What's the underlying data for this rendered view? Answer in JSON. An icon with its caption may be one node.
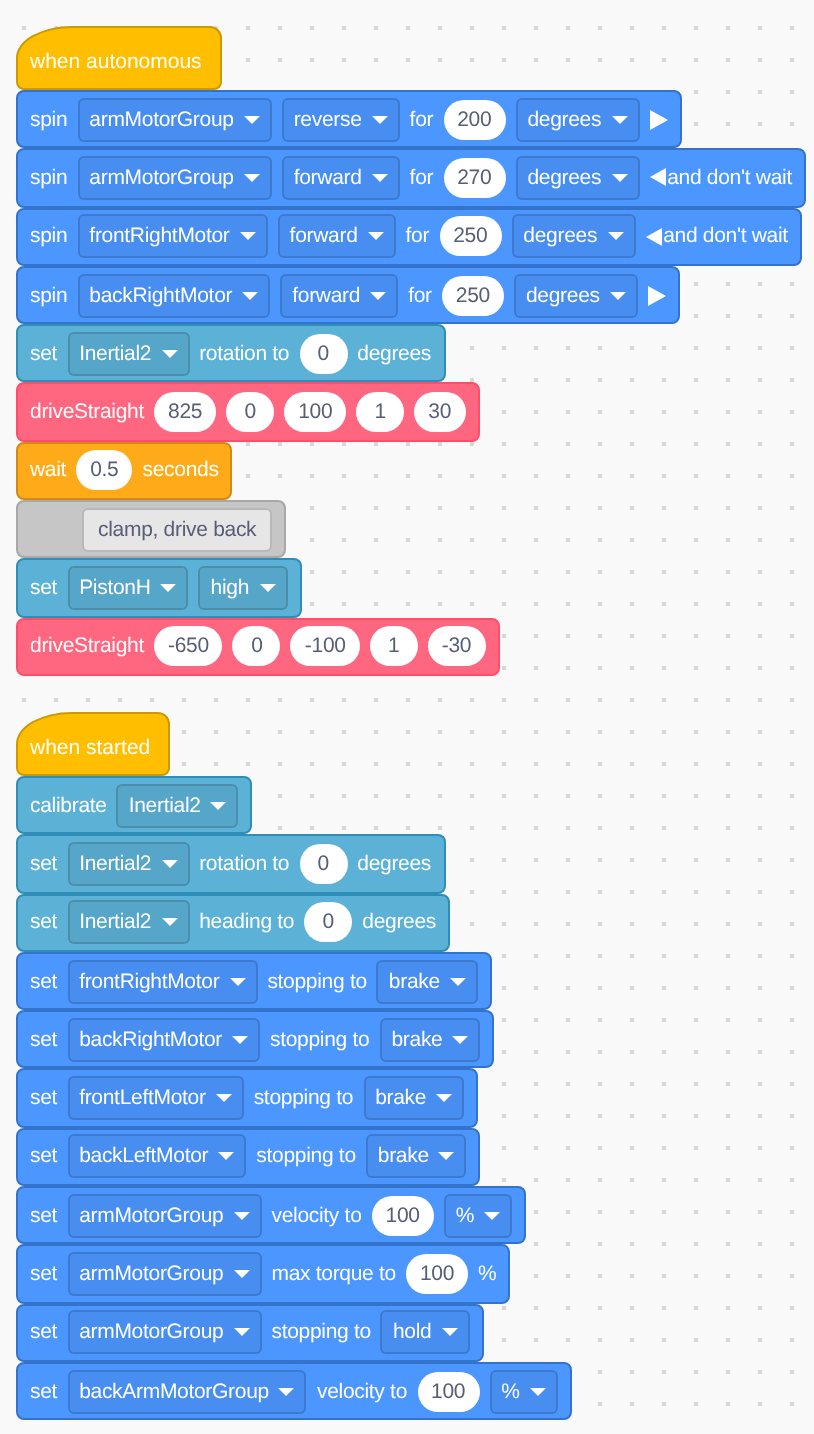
{
  "diagram": {
    "nodes": [
      {
        "text": [
          "when autonomous"
        ]
      },
      {
        "text": [
          "spin",
          "armMotorGroup",
          "reverse",
          "for",
          "200",
          "degrees"
        ]
      },
      {
        "text": [
          "spin",
          "armMotorGroup",
          "forward",
          "for",
          "270",
          "degrees",
          "and don't wait"
        ]
      },
      {
        "text": [
          "spin",
          "frontRightMotor",
          "forward",
          "for",
          "250",
          "degrees",
          "and don't wait"
        ]
      },
      {
        "text": [
          "spin",
          "backRightMotor",
          "forward",
          "for",
          "250",
          "degrees"
        ]
      },
      {
        "text": [
          "set",
          "Inertial2",
          "rotation to",
          "0",
          "degrees"
        ]
      },
      {
        "text": [
          "driveStraight",
          "825",
          "0",
          "100",
          "1",
          "30"
        ]
      },
      {
        "text": [
          "wait",
          "0.5",
          "seconds"
        ]
      },
      {
        "text": [
          "clamp, drive back"
        ]
      },
      {
        "text": [
          "set",
          "PistonH",
          "high"
        ]
      },
      {
        "text": [
          "driveStraight",
          "-650",
          "0",
          "-100",
          "1",
          "-30"
        ]
      },
      {
        "text": [
          "when started"
        ]
      },
      {
        "text": [
          "calibrate",
          "Inertial2"
        ]
      },
      {
        "text": [
          "set",
          "Inertial2",
          "rotation to",
          "0",
          "degrees"
        ]
      },
      {
        "text": [
          "set",
          "Inertial2",
          "heading to",
          "0",
          "degrees"
        ]
      },
      {
        "text": [
          "set",
          "frontRightMotor",
          "stopping to",
          "brake"
        ]
      },
      {
        "text": [
          "set",
          "backRightMotor",
          "stopping to",
          "brake"
        ]
      },
      {
        "text": [
          "set",
          "frontLeftMotor",
          "stopping to",
          "brake"
        ]
      },
      {
        "text": [
          "set",
          "backLeftMotor",
          "stopping to",
          "brake"
        ]
      },
      {
        "text": [
          "set",
          "armMotorGroup",
          "velocity to",
          "100",
          "%"
        ]
      },
      {
        "text": [
          "set",
          "armMotorGroup",
          "max torque to",
          "100",
          "%"
        ]
      },
      {
        "text": [
          "set",
          "armMotorGroup",
          "stopping to",
          "hold"
        ]
      },
      {
        "text": [
          "set",
          "backArmMotorGroup",
          "velocity to",
          "100",
          "%"
        ]
      }
    ]
  }
}
